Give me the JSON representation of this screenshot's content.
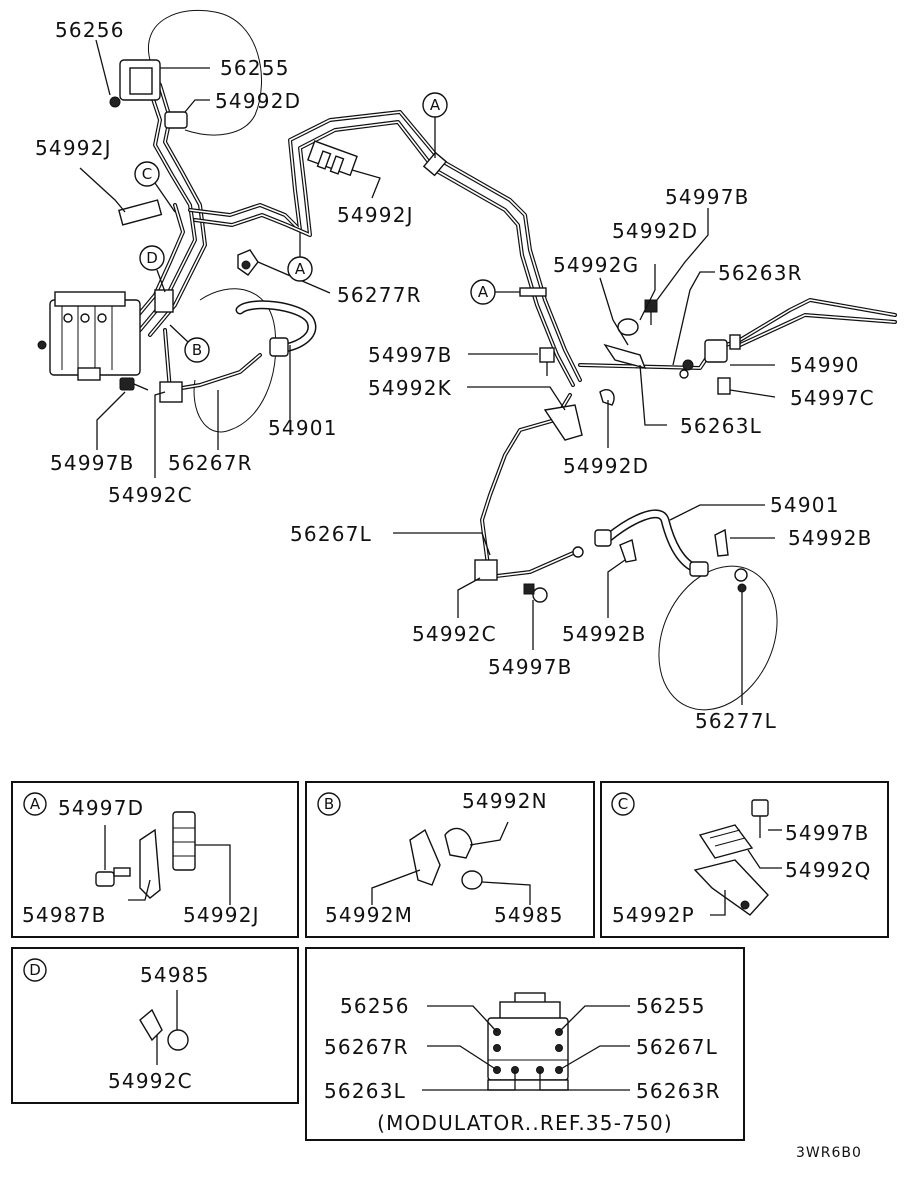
{
  "labels": {
    "l_56256": "56256",
    "l_56255": "56255",
    "l_54992D_top": "54992D",
    "l_54992J_left": "54992J",
    "l_54992J_mid": "54992J",
    "l_56277R": "56277R",
    "l_54997B_left": "54997B",
    "l_56267R": "56267R",
    "l_54992C_left": "54992C",
    "l_54901_left": "54901",
    "l_54997B_mid": "54997B",
    "l_54992K": "54992K",
    "l_54992D_mid": "54992D",
    "l_54997B_right": "54997B",
    "l_54992D_right": "54992D",
    "l_54992G": "54992G",
    "l_56263R": "56263R",
    "l_54990": "54990",
    "l_54997C": "54997C",
    "l_56263L": "56263L",
    "l_54901_right": "54901",
    "l_54992B_right": "54992B",
    "l_56267L": "56267L",
    "l_54992C_bottom": "54992C",
    "l_54992B_bottom": "54992B",
    "l_54997B_bottom": "54997B",
    "l_56277L": "56277L"
  },
  "markers": {
    "A": "A",
    "B": "B",
    "C": "C",
    "D": "D"
  },
  "detail_A": {
    "part1": "54997D",
    "part2": "54987B",
    "part3": "54992J"
  },
  "detail_B": {
    "part1": "54992N",
    "part2": "54992M",
    "part3": "54985"
  },
  "detail_C": {
    "part1": "54997B",
    "part2": "54992Q",
    "part3": "54992P"
  },
  "detail_D": {
    "part1": "54985",
    "part2": "54992C"
  },
  "modulator": {
    "tl": "56256",
    "tr": "56255",
    "ml": "56267R",
    "mr": "56267L",
    "bl": "56263L",
    "br": "56263R",
    "caption": "(MODULATOR..REF.35-750)"
  },
  "diagram_code": "3WR6B0"
}
